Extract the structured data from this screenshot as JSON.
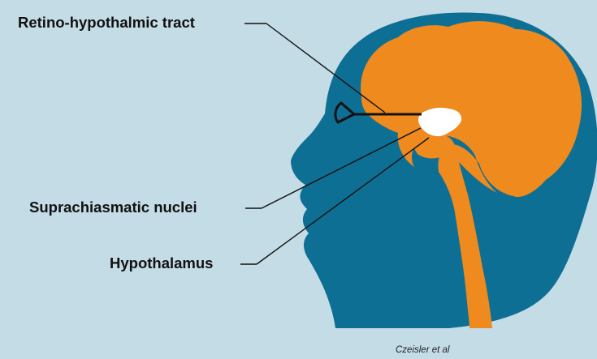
{
  "labels": {
    "retino_hypothalmic_tract": "Retino-hypothalmic tract",
    "suprachiasmatic_nuclei": "Suprachiasmatic nuclei",
    "hypothalamus": "Hypothalamus"
  },
  "credit": "Czeisler et al",
  "colors": {
    "background": "#c4dce6",
    "head": "#0e6f94",
    "brain": "#ee8a1e",
    "nucleus": "#ffffff",
    "lines": "#111111"
  }
}
